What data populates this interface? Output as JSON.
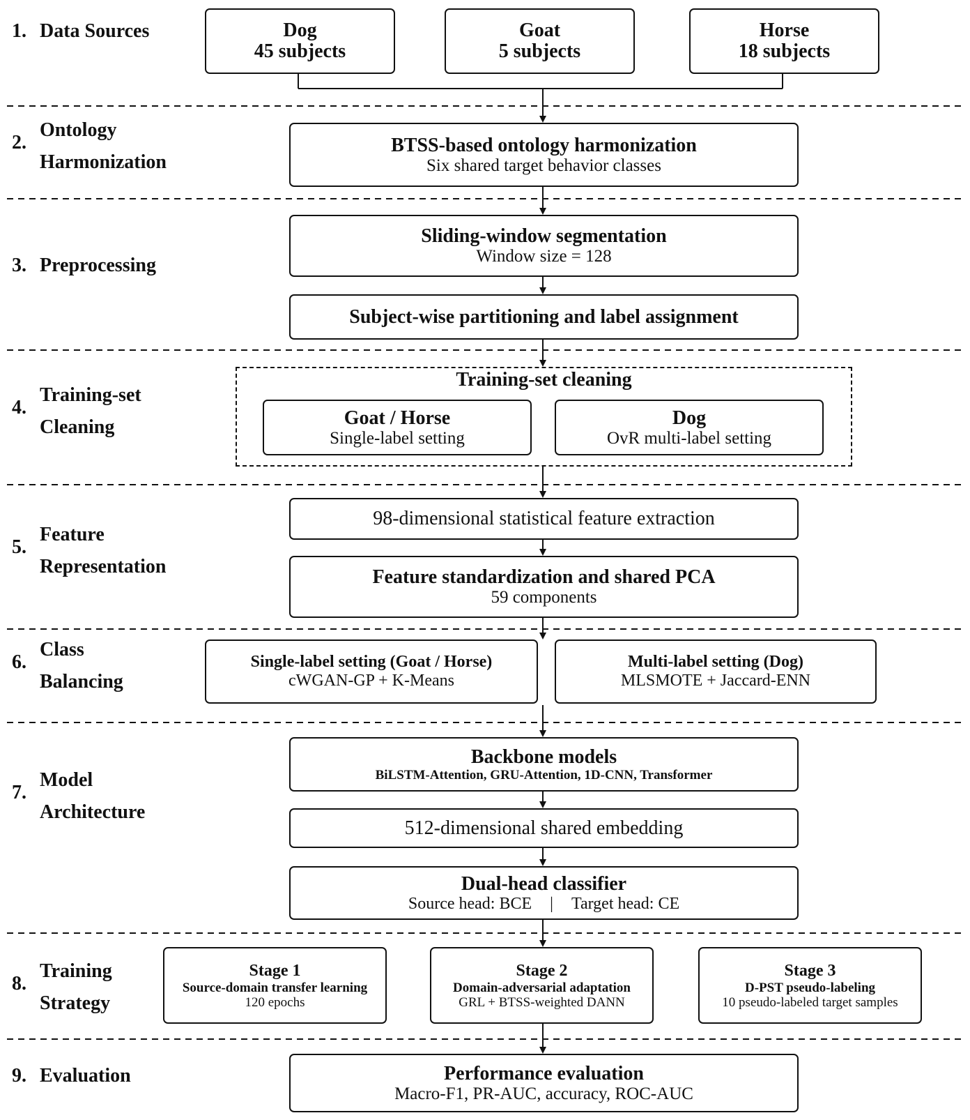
{
  "stages": [
    {
      "num": "1.",
      "lines": [
        "Data Sources"
      ]
    },
    {
      "num": "2.",
      "lines": [
        "Ontology",
        "Harmonization"
      ]
    },
    {
      "num": "3.",
      "lines": [
        "Preprocessing"
      ]
    },
    {
      "num": "4.",
      "lines": [
        "Training-set",
        "Cleaning"
      ]
    },
    {
      "num": "5.",
      "lines": [
        "Feature",
        "Representation"
      ]
    },
    {
      "num": "6.",
      "lines": [
        "Class",
        "Balancing"
      ]
    },
    {
      "num": "7.",
      "lines": [
        "Model",
        "Architecture"
      ]
    },
    {
      "num": "8.",
      "lines": [
        "Training",
        "Strategy"
      ]
    },
    {
      "num": "9.",
      "lines": [
        "Evaluation"
      ]
    }
  ],
  "sources": [
    {
      "species": "Dog",
      "subjects": "45 subjects"
    },
    {
      "species": "Goat",
      "subjects": "5 subjects"
    },
    {
      "species": "Horse",
      "subjects": "18 subjects"
    }
  ],
  "ontology": {
    "title": "BTSS-based ontology harmonization",
    "sub": "Six shared target behavior classes"
  },
  "preprocessing": {
    "segmentation": {
      "title": "Sliding-window segmentation",
      "sub": "Window size = 128"
    },
    "partition": {
      "title": "Subject-wise partitioning and label assignment"
    }
  },
  "cleaning": {
    "title": "Training-set cleaning",
    "goat_horse": {
      "title": "Goat / Horse",
      "sub": "Single-label setting"
    },
    "dog": {
      "title": "Dog",
      "sub": "OvR multi-label setting"
    }
  },
  "features": {
    "extraction": "98-dimensional statistical feature extraction",
    "pca": {
      "title": "Feature standardization and shared PCA",
      "sub": "59 components"
    }
  },
  "balancing": {
    "single": {
      "title": "Single-label setting (Goat / Horse)",
      "sub": "cWGAN-GP + K-Means"
    },
    "multi": {
      "title": "Multi-label setting (Dog)",
      "sub": "MLSMOTE + Jaccard-ENN"
    }
  },
  "model": {
    "backbone": {
      "title": "Backbone models",
      "sub": "BiLSTM-Attention, GRU-Attention, 1D-CNN, Transformer"
    },
    "embedding": "512-dimensional shared embedding",
    "classifier": {
      "title": "Dual-head classifier",
      "source_head": "Source head: BCE",
      "separator": "|",
      "target_head": "Target head: CE"
    }
  },
  "training": [
    {
      "title": "Stage 1",
      "method": "Source-domain transfer learning",
      "detail": "120 epochs"
    },
    {
      "title": "Stage 2",
      "method": "Domain-adversarial adaptation",
      "detail": "GRL + BTSS-weighted DANN"
    },
    {
      "title": "Stage 3",
      "method": "D-PST pseudo-labeling",
      "detail": "10 pseudo-labeled target samples"
    }
  ],
  "evaluation": {
    "title": "Performance evaluation",
    "sub": "Macro-F1, PR-AUC, accuracy, ROC-AUC"
  }
}
